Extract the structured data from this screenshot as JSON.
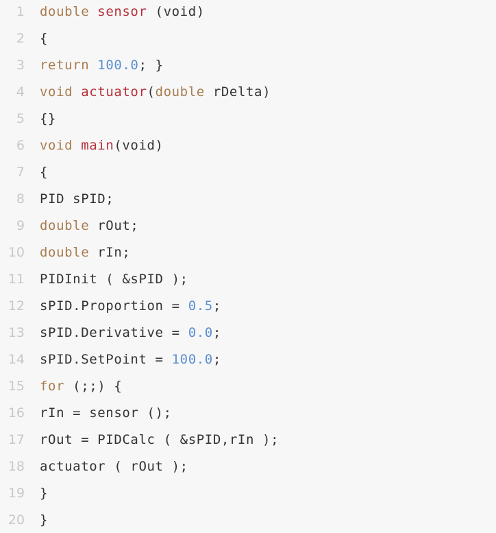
{
  "editor": {
    "colors": {
      "background": "#f7f7f7",
      "line_number": "#c8c8c8",
      "keyword": "#a97c50",
      "function": "#b5303a",
      "number": "#5b8fd1",
      "plain": "#333333"
    },
    "lines": [
      {
        "number": "1",
        "tokens": [
          {
            "t": "kw",
            "v": "double"
          },
          {
            "t": "pl",
            "v": " "
          },
          {
            "t": "fn",
            "v": "sensor"
          },
          {
            "t": "pl",
            "v": " (void)"
          }
        ]
      },
      {
        "number": "2",
        "tokens": [
          {
            "t": "pl",
            "v": "{"
          }
        ]
      },
      {
        "number": "3",
        "tokens": [
          {
            "t": "kw",
            "v": "return"
          },
          {
            "t": "pl",
            "v": " "
          },
          {
            "t": "num",
            "v": "100.0"
          },
          {
            "t": "pl",
            "v": "; }"
          }
        ]
      },
      {
        "number": "4",
        "tokens": [
          {
            "t": "kw",
            "v": "void"
          },
          {
            "t": "pl",
            "v": " "
          },
          {
            "t": "fn",
            "v": "actuator"
          },
          {
            "t": "pl",
            "v": "("
          },
          {
            "t": "kw",
            "v": "double"
          },
          {
            "t": "pl",
            "v": " rDelta)"
          }
        ]
      },
      {
        "number": "5",
        "tokens": [
          {
            "t": "pl",
            "v": "{}"
          }
        ]
      },
      {
        "number": "6",
        "tokens": [
          {
            "t": "kw",
            "v": "void"
          },
          {
            "t": "pl",
            "v": " "
          },
          {
            "t": "fn",
            "v": "main"
          },
          {
            "t": "pl",
            "v": "(void)"
          }
        ]
      },
      {
        "number": "7",
        "tokens": [
          {
            "t": "pl",
            "v": "{"
          }
        ]
      },
      {
        "number": "8",
        "tokens": [
          {
            "t": "pl",
            "v": "PID sPID;"
          }
        ]
      },
      {
        "number": "9",
        "tokens": [
          {
            "t": "kw",
            "v": "double"
          },
          {
            "t": "pl",
            "v": " rOut;"
          }
        ]
      },
      {
        "number": "10",
        "tokens": [
          {
            "t": "kw",
            "v": "double"
          },
          {
            "t": "pl",
            "v": " rIn;"
          }
        ]
      },
      {
        "number": "11",
        "tokens": [
          {
            "t": "pl",
            "v": "PIDInit ( &sPID );"
          }
        ]
      },
      {
        "number": "12",
        "tokens": [
          {
            "t": "pl",
            "v": "sPID.Proportion = "
          },
          {
            "t": "num",
            "v": "0.5"
          },
          {
            "t": "pl",
            "v": ";"
          }
        ]
      },
      {
        "number": "13",
        "tokens": [
          {
            "t": "pl",
            "v": "sPID.Derivative = "
          },
          {
            "t": "num",
            "v": "0.0"
          },
          {
            "t": "pl",
            "v": ";"
          }
        ]
      },
      {
        "number": "14",
        "tokens": [
          {
            "t": "pl",
            "v": "sPID.SetPoint = "
          },
          {
            "t": "num",
            "v": "100.0"
          },
          {
            "t": "pl",
            "v": ";"
          }
        ]
      },
      {
        "number": "15",
        "tokens": [
          {
            "t": "kw",
            "v": "for"
          },
          {
            "t": "pl",
            "v": " (;;) {"
          }
        ]
      },
      {
        "number": "16",
        "tokens": [
          {
            "t": "pl",
            "v": "rIn = sensor ();"
          }
        ]
      },
      {
        "number": "17",
        "tokens": [
          {
            "t": "pl",
            "v": "rOut = PIDCalc ( &sPID,rIn );"
          }
        ]
      },
      {
        "number": "18",
        "tokens": [
          {
            "t": "pl",
            "v": "actuator ( rOut );"
          }
        ]
      },
      {
        "number": "19",
        "tokens": [
          {
            "t": "pl",
            "v": "}"
          }
        ]
      },
      {
        "number": "20",
        "tokens": [
          {
            "t": "pl",
            "v": "}"
          }
        ]
      }
    ]
  }
}
